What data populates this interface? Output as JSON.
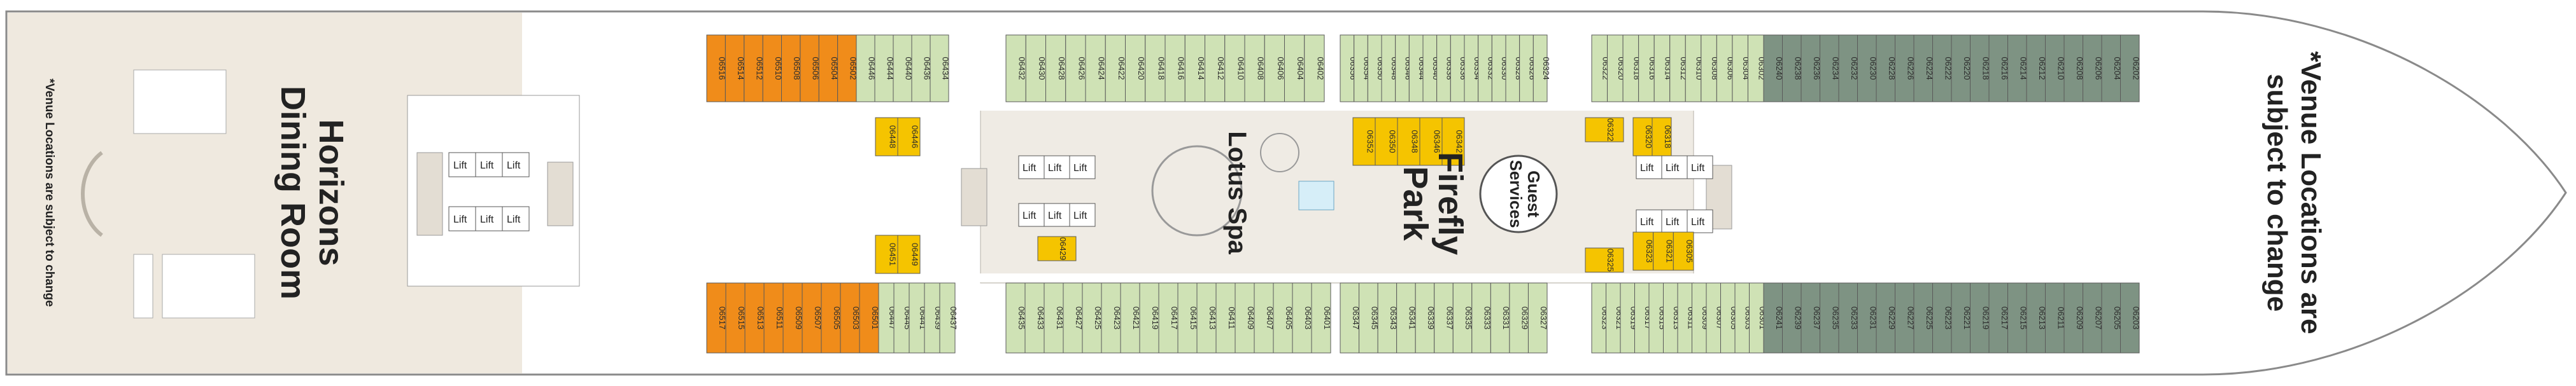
{
  "colors": {
    "hull": "#ffffff",
    "hull_stroke": "#8a8a8a",
    "dining": "#efe9df",
    "interior": "#efebe4",
    "suite": "#f08c1a",
    "balcony": "#cfe2b5",
    "deluxe": "#7e9383",
    "inside": "#f5c400"
  },
  "venues": {
    "dining_line1": "Horizons",
    "dining_line2": "Dining Room",
    "spa": "Lotus Spa",
    "park_line1": "Firefly",
    "park_line2": "Park",
    "guest_line1": "Guest",
    "guest_line2": "Services"
  },
  "notes": {
    "aft": "*Venue Locations are subject to change",
    "bow_line1": "*Venue Locations are",
    "bow_line2": "subject to change"
  },
  "lift_label": "Lift",
  "cabins": {
    "top_suites": [
      "06516",
      "06514",
      "06512",
      "06510",
      "06508",
      "06506",
      "06504",
      "06502"
    ],
    "top_g1": [
      "06446",
      "06444",
      "06440",
      "06436",
      "06434"
    ],
    "top_g2": [
      "06432",
      "06430",
      "06428",
      "06426",
      "06424",
      "06422",
      "06420",
      "06418",
      "06416",
      "06414",
      "06412",
      "06410",
      "06408",
      "06406",
      "06404",
      "06402"
    ],
    "top_g3": [
      "06356",
      "06354",
      "06350",
      "06348",
      "06346",
      "06344",
      "06340",
      "06338",
      "06336",
      "06334",
      "06332",
      "06330",
      "06328",
      "06326",
      "06324"
    ],
    "top_g4": [
      "06322",
      "06320",
      "06318",
      "06316",
      "06314",
      "06312",
      "06310",
      "06308",
      "06306",
      "06304",
      "06302"
    ],
    "top_deluxe": [
      "06240",
      "06238",
      "06236",
      "06234",
      "06232",
      "06230",
      "06228",
      "06226",
      "06224",
      "06222",
      "06220",
      "06218",
      "06216",
      "06214",
      "06212",
      "06210",
      "06208",
      "06206",
      "06204",
      "06202"
    ],
    "bot_suites": [
      "06517",
      "06515",
      "06513",
      "06511",
      "06509",
      "06507",
      "06505",
      "06503",
      "06501"
    ],
    "bot_g1": [
      "06447",
      "06445",
      "06441",
      "06439",
      "06437"
    ],
    "bot_g2": [
      "06435",
      "06433",
      "06431",
      "06427",
      "06425",
      "06423",
      "06421",
      "06419",
      "06417",
      "06415",
      "06413",
      "06411",
      "06409",
      "06407",
      "06405",
      "06403",
      "06401"
    ],
    "bot_g3": [
      "06347",
      "06345",
      "06343",
      "06341",
      "06339",
      "06337",
      "06335",
      "06333",
      "06331",
      "06329",
      "06327"
    ],
    "bot_g4": [
      "06323",
      "06321",
      "06319",
      "06317",
      "06315",
      "06313",
      "06311",
      "06309",
      "06307",
      "06305",
      "06303",
      "06301"
    ],
    "bot_deluxe": [
      "06241",
      "06239",
      "06237",
      "06235",
      "06233",
      "06231",
      "06229",
      "06227",
      "06225",
      "06223",
      "06221",
      "06219",
      "06217",
      "06215",
      "06213",
      "06211",
      "06209",
      "06207",
      "06205",
      "06203"
    ],
    "inside_a": [
      "06448",
      "06446"
    ],
    "inside_b": [
      "06451",
      "06449"
    ],
    "inside_c": "06429",
    "inside_d": [
      "06352",
      "06350",
      "06348",
      "06346",
      "06342"
    ],
    "inside_e": "06322",
    "inside_f": [
      "06320",
      "06318"
    ],
    "inside_g": "06325",
    "inside_h": [
      "06323",
      "06321",
      "06305"
    ]
  }
}
